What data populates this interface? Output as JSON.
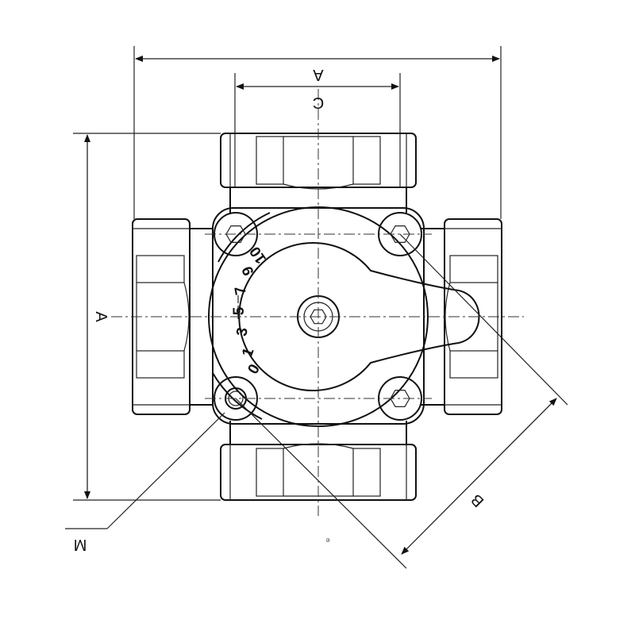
{
  "dimensions": {
    "top_overall": "A",
    "top_inner": "C",
    "left_vertical": "A",
    "diagonal": "B",
    "bolt": "M"
  },
  "scale_marks": [
    "0",
    "1",
    "3",
    "5",
    "7",
    "9",
    "10"
  ],
  "note_mark": "e"
}
